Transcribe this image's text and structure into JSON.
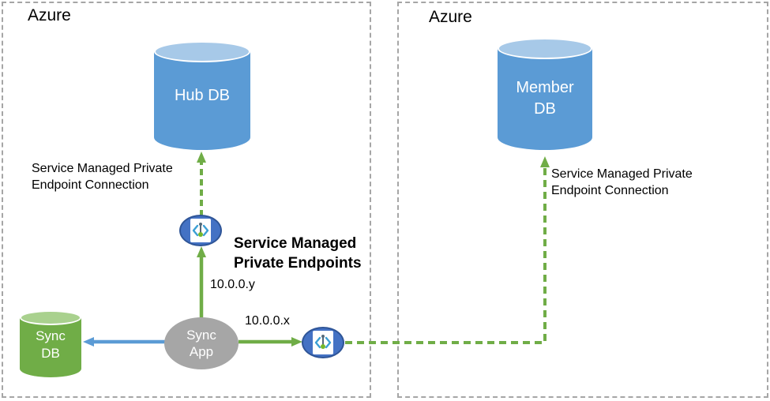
{
  "regions": {
    "left": {
      "label": "Azure"
    },
    "right": {
      "label": "Azure"
    }
  },
  "nodes": {
    "hub_db": {
      "label": "Hub DB"
    },
    "member_db": {
      "line1": "Member",
      "line2": "DB"
    },
    "sync_db": {
      "line1": "Sync",
      "line2": "DB"
    },
    "sync_app": {
      "line1": "Sync",
      "line2": "App"
    }
  },
  "labels": {
    "left_connection": {
      "line1": "Service Managed Private",
      "line2": "Endpoint Connection"
    },
    "right_connection": {
      "line1": "Service Managed Private",
      "line2": "Endpoint Connection"
    },
    "private_endpoints": {
      "line1": "Service Managed",
      "line2": "Private Endpoints"
    },
    "ip_vertical": "10.0.0.y",
    "ip_horizontal": "10.0.0.x"
  },
  "icons": {
    "private_endpoint": "private-link-icon"
  },
  "colors": {
    "arrow_green": "#70ad47",
    "arrow_blue": "#5b9bd5",
    "db_blue": "#5b9bd5",
    "db_blue_top": "#a7c9e8",
    "db_green": "#70ad47",
    "db_green_top": "#a9d18e",
    "app_gray": "#a6a6a6",
    "endpoint_fill": "#4472c4",
    "endpoint_border": "#2f5597",
    "region_border": "#a6a6a6",
    "icon_bracket_blue": "#3b9fd4",
    "icon_stem_dark": "#546a79",
    "icon_dot_green": "#76b82a"
  }
}
